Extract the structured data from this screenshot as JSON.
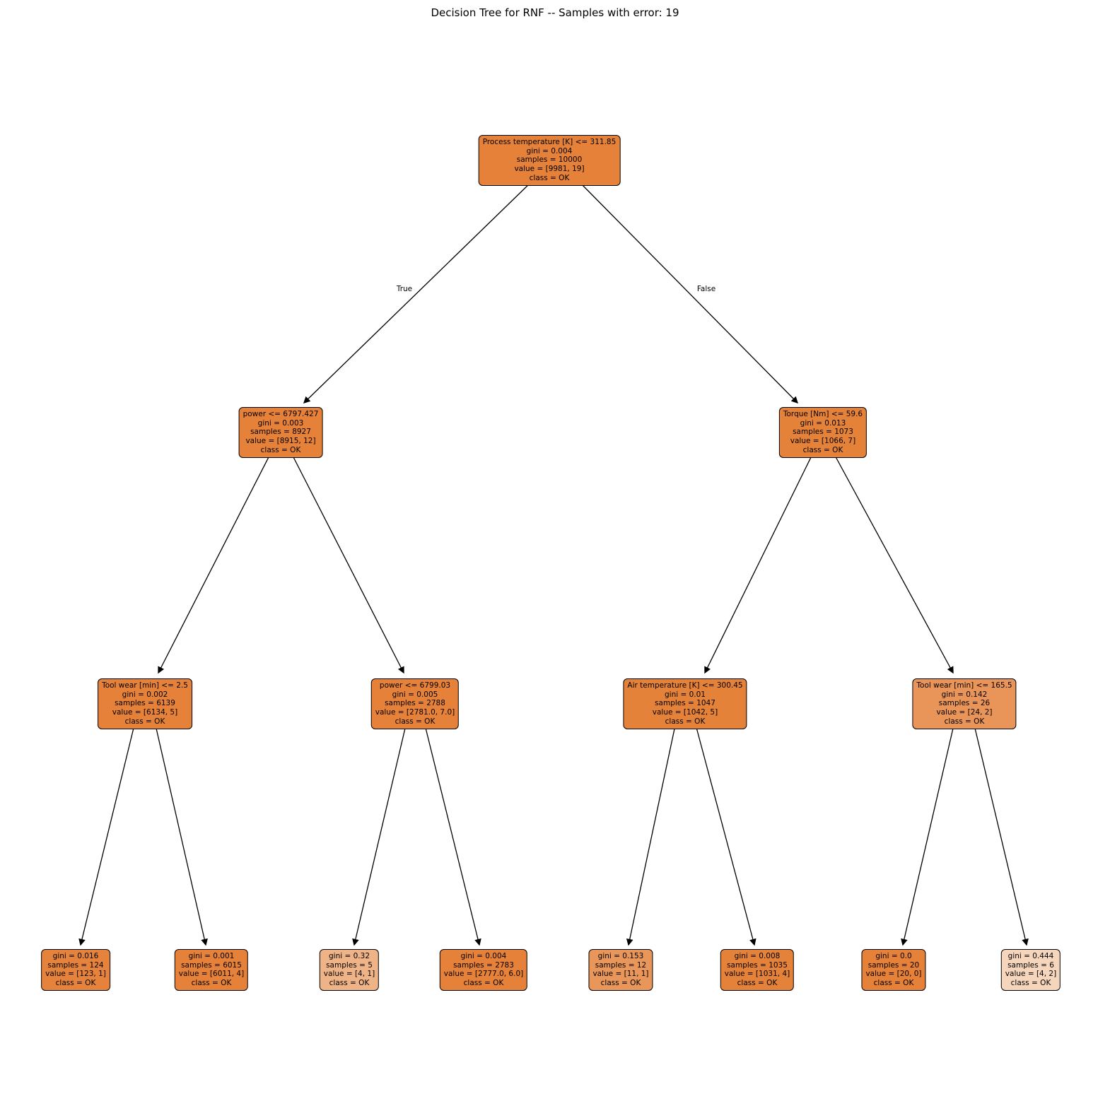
{
  "title": "Decision Tree for RNF -- Samples with error: 19",
  "edge_labels": {
    "true": "True",
    "false": "False"
  },
  "palette": {
    "background": "#ffffff",
    "node_border": "#000000",
    "edge_color": "#000000",
    "base_fill": "#e58139"
  },
  "nodes": [
    {
      "fill": "#e58139",
      "lines": [
        "Process temperature [K] <= 311.85",
        "gini = 0.004",
        "samples = 10000",
        "value = [9981, 19]",
        "class = OK"
      ]
    },
    {
      "fill": "#e58139",
      "lines": [
        "power <= 6797.427",
        "gini = 0.003",
        "samples = 8927",
        "value = [8915, 12]",
        "class = OK"
      ]
    },
    {
      "fill": "#e5823a",
      "lines": [
        "Torque [Nm] <= 59.6",
        "gini = 0.013",
        "samples = 1073",
        "value = [1066, 7]",
        "class = OK"
      ]
    },
    {
      "fill": "#e58139",
      "lines": [
        "Tool wear [min] <= 2.5",
        "gini = 0.002",
        "samples = 6139",
        "value = [6134, 5]",
        "class = OK"
      ]
    },
    {
      "fill": "#e58139",
      "lines": [
        "power <= 6799.03",
        "gini = 0.005",
        "samples = 2788",
        "value = [2781.0, 7.0]",
        "class = OK"
      ]
    },
    {
      "fill": "#e5823a",
      "lines": [
        "Air temperature [K] <= 300.45",
        "gini = 0.01",
        "samples = 1047",
        "value = [1042, 5]",
        "class = OK"
      ]
    },
    {
      "fill": "#e99458",
      "lines": [
        "Tool wear [min] <= 165.5",
        "gini = 0.142",
        "samples = 26",
        "value = [24, 2]",
        "class = OK"
      ]
    },
    {
      "fill": "#e5833c",
      "lines": [
        "gini = 0.016",
        "samples = 124",
        "value = [123, 1]",
        "class = OK"
      ]
    },
    {
      "fill": "#e58139",
      "lines": [
        "gini = 0.001",
        "samples = 6015",
        "value = [6011, 4]",
        "class = OK"
      ]
    },
    {
      "fill": "#efb388",
      "lines": [
        "gini = 0.32",
        "samples = 5",
        "value = [4, 1]",
        "class = OK"
      ]
    },
    {
      "fill": "#e58139",
      "lines": [
        "gini = 0.004",
        "samples = 2783",
        "value = [2777.0, 6.0]",
        "class = OK"
      ]
    },
    {
      "fill": "#e9965a",
      "lines": [
        "gini = 0.153",
        "samples = 12",
        "value = [11, 1]",
        "class = OK"
      ]
    },
    {
      "fill": "#e5823a",
      "lines": [
        "gini = 0.008",
        "samples = 1035",
        "value = [1031, 4]",
        "class = OK"
      ]
    },
    {
      "fill": "#e58139",
      "lines": [
        "gini = 0.0",
        "samples = 20",
        "value = [20, 0]",
        "class = OK"
      ]
    },
    {
      "fill": "#f6d5bd",
      "lines": [
        "gini = 0.444",
        "samples = 6",
        "value = [4, 2]",
        "class = OK"
      ]
    }
  ]
}
